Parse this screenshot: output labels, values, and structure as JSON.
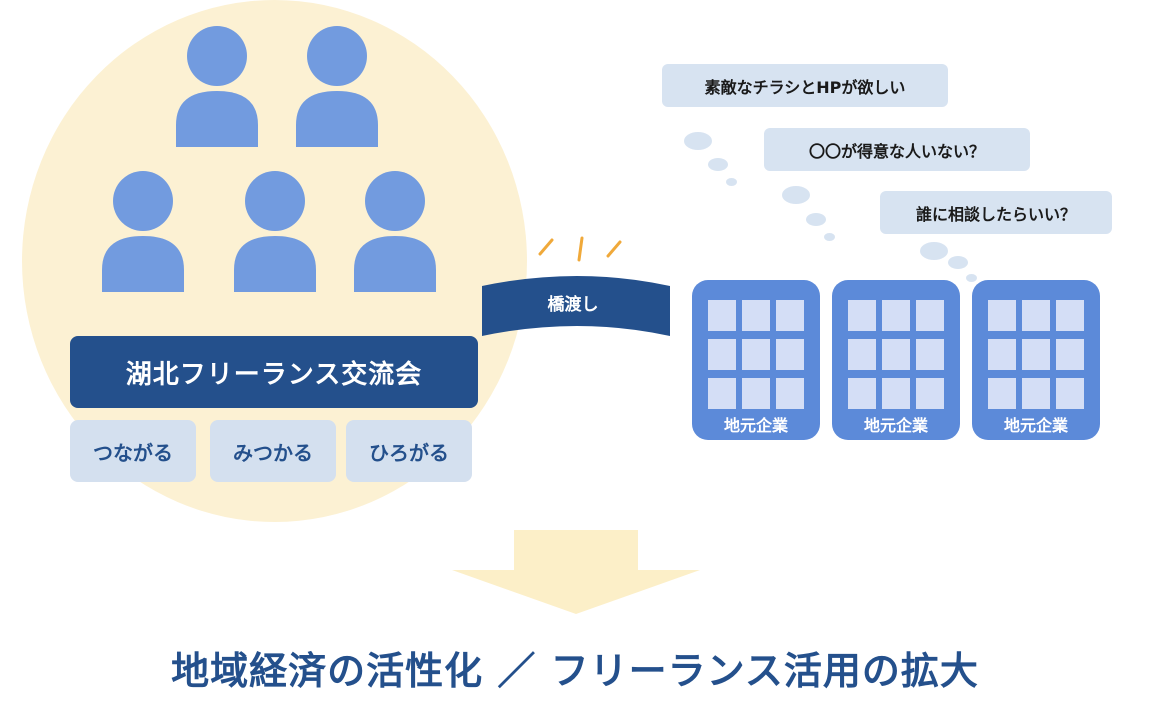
{
  "organization": {
    "name": "湖北フリーランス交流会",
    "tags": [
      "つながる",
      "みつかる",
      "ひろがる"
    ]
  },
  "bridge": {
    "label": "橋渡し"
  },
  "speech_bubbles": [
    "素敵なチラシとHPが欲しい",
    "〇〇が得意な人いない？",
    "誰に相談したらいい？"
  ],
  "companies": [
    "地元企業",
    "地元企業",
    "地元企業"
  ],
  "headline": "地域経済の活性化 ／ フリーランス活用の拡大",
  "colors": {
    "circle": "#fcf1d3",
    "person": "#729bdf",
    "navy": "#24508c",
    "tag_bg": "#d4e0ef",
    "bubble_bg": "#d7e3f1",
    "building": "#5c8ad9",
    "arrow": "#fcefc8",
    "spark": "#f0a93a"
  }
}
